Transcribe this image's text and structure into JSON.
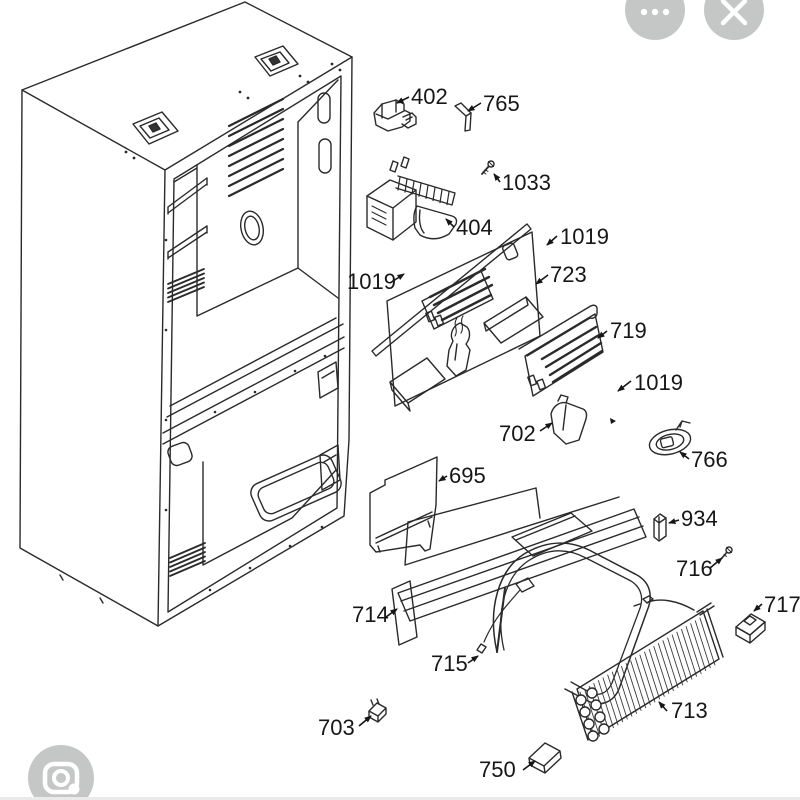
{
  "viewer": {
    "more_button_icon": "three-dots-icon",
    "close_button_icon": "x-icon",
    "lens_button_icon": "camera-lens-icon",
    "button_color": "#c5c6c6",
    "glyph_color": "#ffffff"
  },
  "diagram": {
    "subject": "refrigerator cabinet exploded parts diagram",
    "line_color": "#2a2a2a",
    "label_color": "#161616",
    "background": "#ffffff",
    "labels": [
      "402",
      "765",
      "1033",
      "404",
      "1019",
      "723",
      "1019",
      "719",
      "1019",
      "702",
      "766",
      "695",
      "934",
      "716",
      "717",
      "714",
      "715",
      "703",
      "713",
      "750"
    ]
  }
}
